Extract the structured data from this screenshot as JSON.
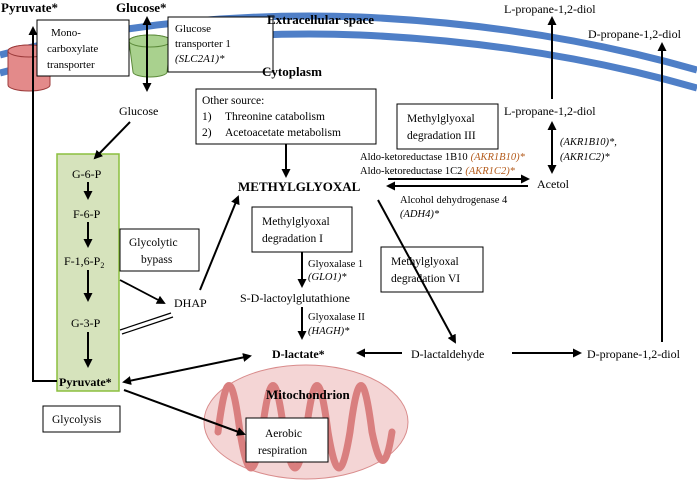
{
  "colors": {
    "membrane": "#4f7fc7",
    "blue_text": "#2e75b6",
    "red_text": "#e2231a",
    "gene_text": "#b35a1a",
    "glycolysis_fill": "#d6e3bc",
    "glycolysis_border": "#8bbf3f",
    "mito_fill": "#f4d5d5",
    "mito_stroke": "#d98c8c",
    "mito_crista": "#d97f7f",
    "transporter_red": "#e38a8a",
    "transporter_green": "#a9d18e"
  },
  "regions": {
    "extracellular": "Extracellular space",
    "cytoplasm": "Cytoplasm",
    "mitochondrion": "Mitochondrion"
  },
  "transporters": {
    "mct": {
      "line1": "Mono-",
      "line2": "carboxylate",
      "line3": "transporter"
    },
    "glut": {
      "line1": "Glucose",
      "line2": "transporter 1",
      "gene": "(SLC2A1)*"
    }
  },
  "metabolites": {
    "pyruvate_out": "Pyruvate*",
    "glucose_out": "Glucose*",
    "glucose_in": "Glucose",
    "g6p": "G-6-P",
    "f6p": "F-6-P",
    "f16p2_main": "F-1,6-P",
    "f16p2_sub": "2",
    "g3p": "G-3-P",
    "pyruvate_in": "Pyruvate*",
    "dhap": "DHAP",
    "methylglyoxal": "METHYLGLYOXAL",
    "sdlg": "S-D-lactoylglutathione",
    "dlactate": "D-lactate*",
    "dlactaldehyde": "D-lactaldehyde",
    "acetol": "Acetol",
    "l_propanediol_top": "L-propane-1,2-diol",
    "l_propanediol_mid": "L-propane-1,2-diol",
    "d_propanediol_top": "D-propane-1,2-diol",
    "d_propanediol_bottom": "D-propane-1,2-diol"
  },
  "boxes": {
    "other_source": {
      "title": "Other source:",
      "item1_num": "1)",
      "item1": "Threonine catabolism",
      "item2_num": "2)",
      "item2": "Acetoacetate metabolism"
    },
    "mg_deg_3": {
      "line1": "Methylglyoxal",
      "line2": "degradation III"
    },
    "mg_deg_1": {
      "line1": "Methylglyoxal",
      "line2": "degradation I"
    },
    "mg_deg_6": {
      "line1": "Methylglyoxal",
      "line2": "degradation VI"
    },
    "glycolytic_bypass": {
      "line1": "Glycolytic",
      "line2": "bypass"
    },
    "glycolysis": "Glycolysis",
    "aerobic": {
      "line1": "Aerobic",
      "line2": "respiration"
    }
  },
  "enzymes": {
    "akr1b10_label": "Aldo-ketoreductase 1B10",
    "akr1b10_gene": "(AKR1B10)*",
    "akr1c2_label": "Aldo-ketoreductase 1C2",
    "akr1c2_gene": "(AKR1C2)*",
    "adh4_label": "Alcohol dehydrogenase 4",
    "adh4_gene": "(ADH4)*",
    "glo1_label": "Glyoxalase 1",
    "glo1_gene": "(GLO1)*",
    "hagh_label": "Glyoxalase II",
    "hagh_gene": "(HAGH)*",
    "side_akr1b10": "(AKR1B10)*,",
    "side_akr1c2": "(AKR1C2)*"
  }
}
